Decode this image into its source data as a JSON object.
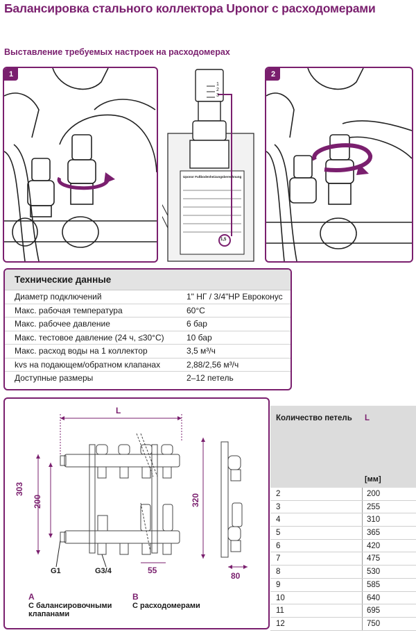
{
  "header": {
    "title": "Балансировка стального коллектора Uponor с расходомерами",
    "subtitle": "Выставление требуемых настроек  на расходомерах"
  },
  "steps": {
    "step1": "1",
    "step2": "2"
  },
  "flowmeter_callout": {
    "scale_top": "1",
    "scale_mid": "2",
    "scale_low": "3",
    "marker": "1,5",
    "card_title": "Uponor Fußbodenheizungsberechnung"
  },
  "tech": {
    "heading": "Технические данные",
    "rows": [
      {
        "key": "Диаметр подключений",
        "value": "1\" НГ / 3/4\"НР Евроконус"
      },
      {
        "key": "Макс. рабочая температура",
        "value": "60°С"
      },
      {
        "key": "Макс. рабочее давление",
        "value": "6 бар"
      },
      {
        "key": "Макс. тестовое давление (24 ч, ≤30°С)",
        "value": "10 бар"
      },
      {
        "key": "Макс. расход воды на 1 коллектор",
        "value": "3,5 м³/ч"
      },
      {
        "key": "kvs на подающем/обратном клапанах",
        "value": "2,88/2,56 м³/ч"
      },
      {
        "key": "Доступные размеры",
        "value": "2–12 петель"
      }
    ]
  },
  "drawing": {
    "L": "L",
    "dim_303": "303",
    "dim_200": "200",
    "dim_320": "320",
    "dim_55": "55",
    "dim_80": "80",
    "g1": "G1",
    "g34": "G3/4",
    "variant_a_letter": "A",
    "variant_a_text_1": "С балансировочными",
    "variant_a_text_2": "клапанами",
    "variant_b_letter": "B",
    "variant_b_text": "С расходомерами"
  },
  "length_table": {
    "col_loops": "Количество петель",
    "col_L": "L",
    "unit": "[мм]",
    "rows": [
      {
        "loops": "2",
        "L": "200"
      },
      {
        "loops": "3",
        "L": "255"
      },
      {
        "loops": "4",
        "L": "310"
      },
      {
        "loops": "5",
        "L": "365"
      },
      {
        "loops": "6",
        "L": "420"
      },
      {
        "loops": "7",
        "L": "475"
      },
      {
        "loops": "8",
        "L": "530"
      },
      {
        "loops": "9",
        "L": "585"
      },
      {
        "loops": "10",
        "L": "640"
      },
      {
        "loops": "11",
        "L": "695"
      },
      {
        "loops": "12",
        "L": "750"
      }
    ]
  },
  "colors": {
    "brand": "#7a1f6e",
    "table_header": "#dcdcdc"
  }
}
